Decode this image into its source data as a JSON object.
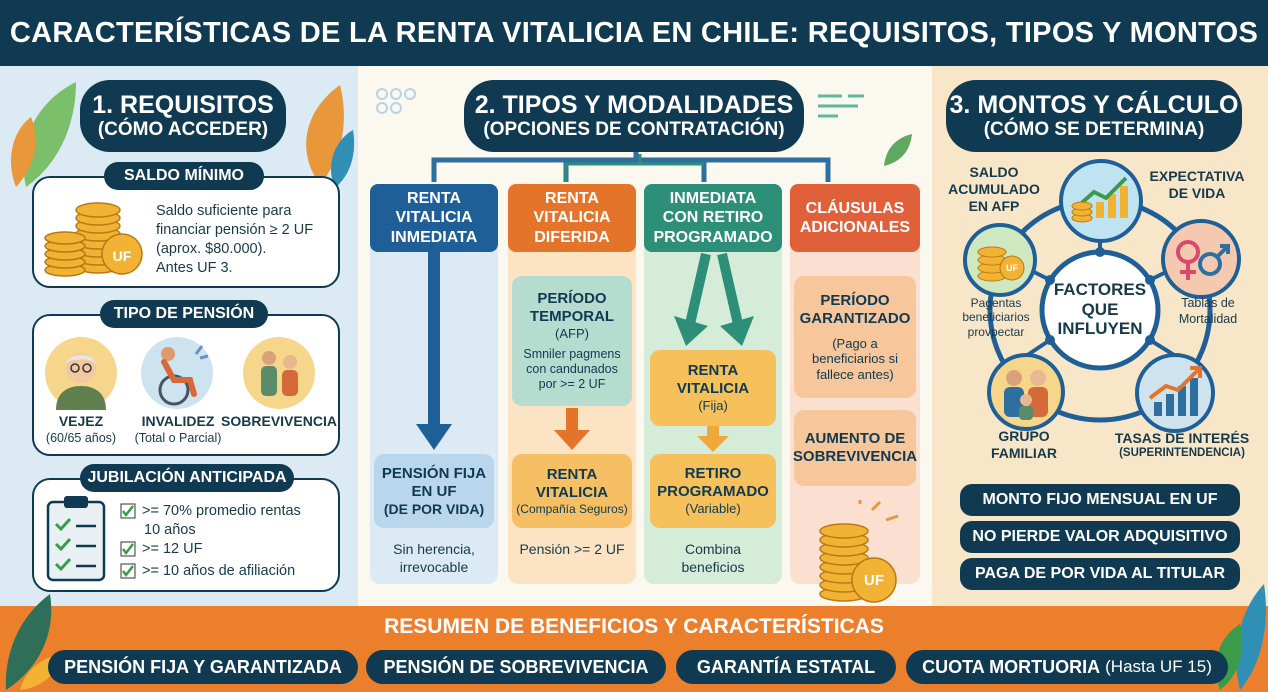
{
  "title": "CARACTERÍSTICAS DE LA RENTA VITALICIA EN CHILE: REQUISITOS, TIPOS Y MONTOS",
  "s1": {
    "title": "1. REQUISITOS",
    "subtitle": "(CÓMO ACCEDER)",
    "saldo": {
      "label": "SALDO MÍNIMO",
      "l1": "Saldo suficiente para",
      "l2": "financiar pensión ≥ 2 UF",
      "l3": "(aprox. $80.000).",
      "l4": "Antes UF 3.",
      "coin": "UF"
    },
    "tipo": {
      "label": "TIPO DE PENSIÓN",
      "vejez": "VEJEZ",
      "vejez_sub": "(60/65 años)",
      "invalidez": "INVALIDEZ",
      "invalidez_sub": "(Total o Parcial)",
      "sobrev": "SOBREVIVENCIA"
    },
    "jub": {
      "label": "JUBILACIÓN ANTICIPADA",
      "c1a": ">= 70% promedio rentas",
      "c1b": "10 años",
      "c2": ">= 12 UF",
      "c3": ">= 10 años de afiliación"
    }
  },
  "s2": {
    "title": "2. TIPOS Y MODALIDADES",
    "subtitle": "(OPCIONES DE CONTRATACIÓN)",
    "c1": {
      "h1": "RENTA",
      "h2": "VITALICIA",
      "h3": "INMEDIATA",
      "b1": "PENSIÓN FIJA",
      "b2": "EN UF",
      "b3": "(DE POR VIDA)",
      "n1": "Sin herencia,",
      "n2": "irrevocable"
    },
    "c2": {
      "h1": "RENTA",
      "h2": "VITALICIA",
      "h3": "DIFERIDA",
      "a1": "PERÍODO",
      "a2": "TEMPORAL",
      "a3": "(AFP)",
      "a4": "Smniler pagmens",
      "a5": "con candunados",
      "a6": "por >= 2 UF",
      "b1": "RENTA",
      "b2": "VITALICIA",
      "b3": "(Compañía Seguros)",
      "n1": "Pensión >= 2 UF"
    },
    "c3": {
      "h1": "INMEDIATA",
      "h2": "CON RETIRO",
      "h3": "PROGRAMADO",
      "a1": "RENTA",
      "a2": "VITALICIA",
      "a3": "(Fija)",
      "b1": "RETIRO",
      "b2": "PROGRAMADO",
      "b3": "(Variable)",
      "n1": "Combina",
      "n2": "beneficios"
    },
    "c4": {
      "h1": "CLÁUSULAS",
      "h2": "ADICIONALES",
      "a1": "PERÍODO",
      "a2": "GARANTIZADO",
      "a3": "(Pago a",
      "a4": "beneficiarios si",
      "a5": "fallece antes)",
      "b1": "AUMENTO DE",
      "b2": "SOBREVIVENCIA",
      "coin": "UF"
    }
  },
  "s3": {
    "title": "3. MONTOS Y CÁLCULO",
    "subtitle": "(CÓMO SE DETERMINA)",
    "center1": "FACTORES",
    "center2": "QUE",
    "center3": "INFLUYEN",
    "saldo1": "SALDO",
    "saldo2": "ACUMULADO",
    "saldo3": "EN AFP",
    "expect1": "EXPECTATIVA",
    "expect2": "DE VIDA",
    "pag1": "Pagentas",
    "pag2": "beneficiarios",
    "pag3": "provpectar",
    "tablas1": "Tablas de",
    "tablas2": "Mortalidad",
    "grupo1": "GRUPO",
    "grupo2": "FAMILIAR",
    "tasas1": "TASAS DE INTERÉS",
    "tasas2": "(SUPERINTENDENCIA)",
    "coin": "UF",
    "bar1": "MONTO FIJO MENSUAL EN UF",
    "bar2": "NO PIERDE VALOR ADQUISITIVO",
    "bar3": "PAGA DE POR VIDA AL TITULAR"
  },
  "footer": {
    "title": "RESUMEN DE BENEFICIOS Y CARACTERÍSTICAS",
    "p1": "PENSIÓN FIJA Y GARANTIZADA",
    "p2": "PENSIÓN DE SOBREVIVENCIA",
    "p3": "GARANTÍA ESTATAL",
    "p4a": "CUOTA MORTUORIA",
    "p4b": "(Hasta UF 15)"
  }
}
